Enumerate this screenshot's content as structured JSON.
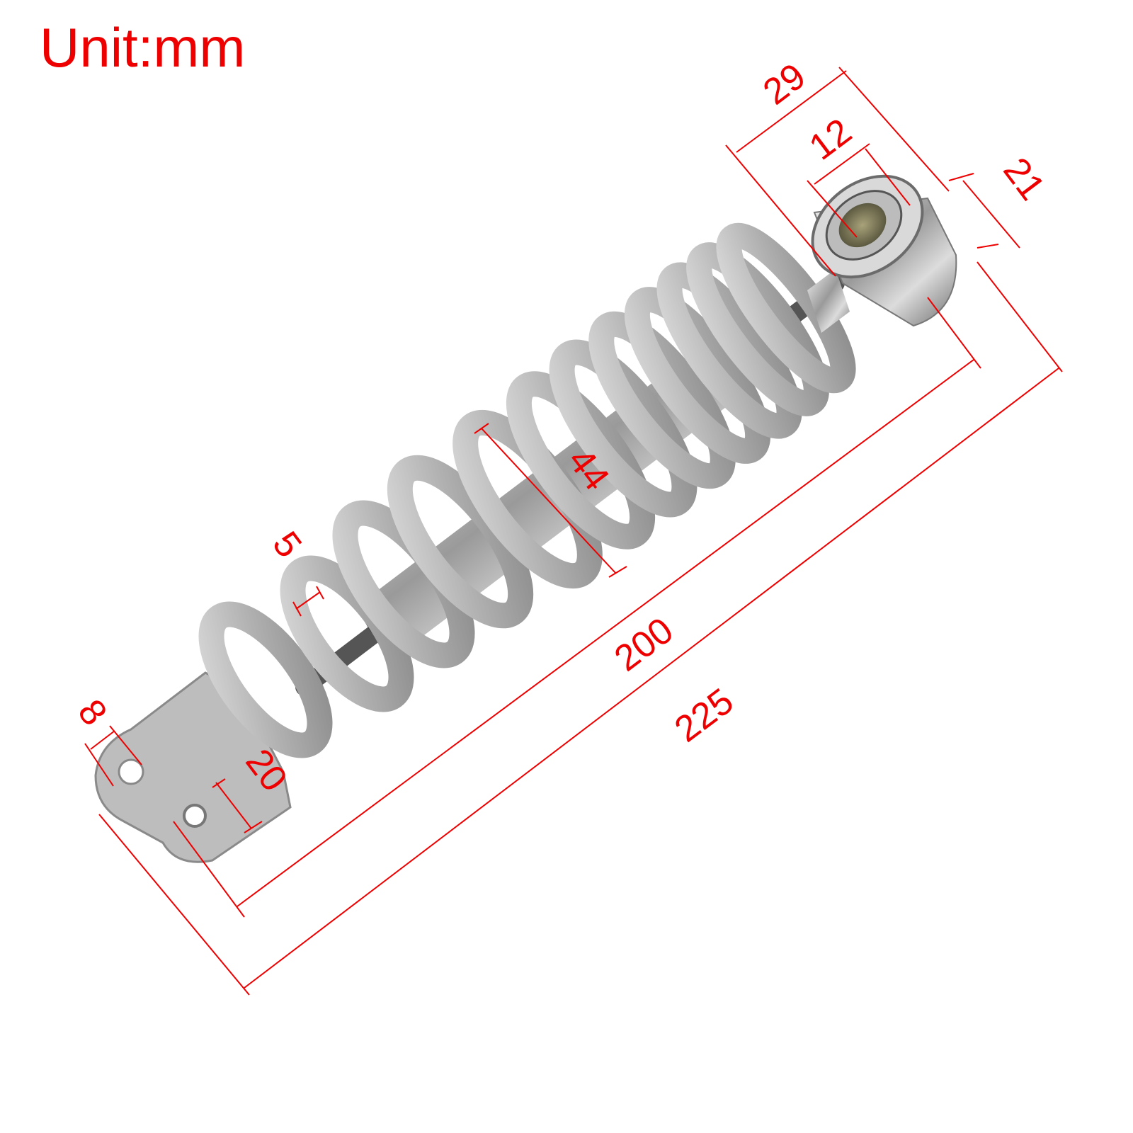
{
  "title": "Unit:mm",
  "product": "shock-absorber",
  "colors": {
    "dimension": "#ee0000",
    "spring": "#b4b4b4",
    "metal": "#c8c8c8"
  },
  "dimensions": {
    "eye_outer_width": "29",
    "eye_bore": "12",
    "eye_thickness": "21",
    "spring_outer_diameter": "44",
    "wire_diameter": "5",
    "hole_diameter": "8",
    "bracket_width": "20",
    "spring_length": "200",
    "overall_length": "225"
  }
}
